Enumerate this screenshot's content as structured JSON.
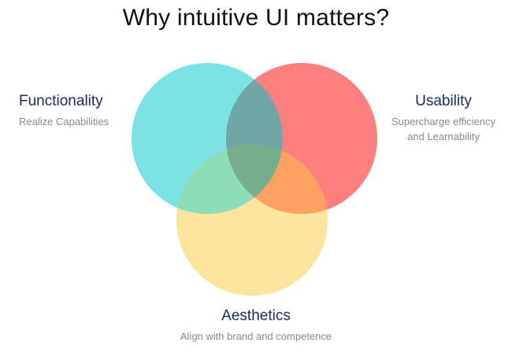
{
  "title": "Why intuitive UI matters?",
  "colors": {
    "functionality": "#7be3e3",
    "usability": "#ff7f7f",
    "aesthetics": "#fde5a0",
    "func_usab_overlap": "#71a6a9",
    "func_aest_overlap": "#8cddb8",
    "usab_aest_overlap": "#fea161",
    "center_overlap": "#76ae8e",
    "heading": "#1b2a6b",
    "subtext": "#8a8a8a"
  },
  "sets": {
    "functionality": {
      "heading": "Functionality",
      "sub_lines": [
        "Realize Capabilities"
      ]
    },
    "usability": {
      "heading": "Usability",
      "sub_lines": [
        "Supercharge efficiency",
        "and Learnability"
      ]
    },
    "aesthetics": {
      "heading": "Aesthetics",
      "sub_lines": [
        "Align with brand and competence"
      ]
    }
  }
}
